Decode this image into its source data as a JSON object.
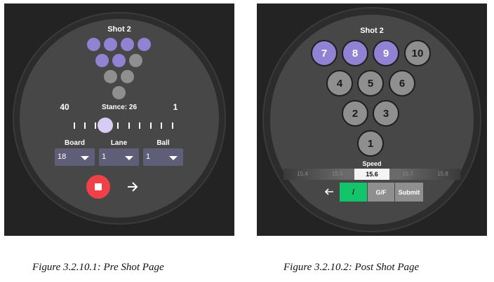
{
  "pre_shot": {
    "title": "Shot 2",
    "left_value": "40",
    "right_value": "1",
    "stance_label": "Stance: 26",
    "dropdowns": [
      {
        "label": "Board",
        "value": "18"
      },
      {
        "label": "Lane",
        "value": "1"
      },
      {
        "label": "Ball",
        "value": "1"
      }
    ],
    "pins": [
      {
        "id": 7,
        "state": "standing"
      },
      {
        "id": 8,
        "state": "standing"
      },
      {
        "id": 9,
        "state": "standing"
      },
      {
        "id": 10,
        "state": "standing"
      },
      {
        "id": 4,
        "state": "standing"
      },
      {
        "id": 5,
        "state": "standing"
      },
      {
        "id": 6,
        "state": "knocked"
      },
      {
        "id": 2,
        "state": "knocked"
      },
      {
        "id": 3,
        "state": "knocked"
      },
      {
        "id": 1,
        "state": "knocked"
      }
    ],
    "stop_icon": "stop-icon",
    "next_icon": "arrow-right-icon"
  },
  "post_shot": {
    "title": "Shot 2",
    "pins": [
      {
        "label": "7",
        "state": "standing"
      },
      {
        "label": "8",
        "state": "standing"
      },
      {
        "label": "9",
        "state": "standing"
      },
      {
        "label": "10",
        "state": "knocked"
      },
      {
        "label": "4",
        "state": "knocked"
      },
      {
        "label": "5",
        "state": "knocked"
      },
      {
        "label": "6",
        "state": "knocked"
      },
      {
        "label": "2",
        "state": "knocked"
      },
      {
        "label": "3",
        "state": "knocked"
      },
      {
        "label": "1",
        "state": "knocked"
      }
    ],
    "speed_label": "Speed",
    "speed_values": [
      "15.4",
      "15.5",
      "15.6",
      "15.7",
      "15.8"
    ],
    "speed_selected": "15.6",
    "back_icon": "arrow-left-icon",
    "buttons": {
      "spare": "/",
      "gf": "G/F",
      "submit": "Submit"
    }
  },
  "captions": {
    "fig1": "Figure 3.2.10.1: Pre Shot Page",
    "fig2": "Figure 3.2.10.2: Post Shot Page"
  },
  "colors": {
    "standing_pin": "#9182d4",
    "knocked_pin": "#8f8f8f",
    "stop_button": "#f04048",
    "spare_button": "#14c46a",
    "dropdown": "#5e5e78"
  }
}
